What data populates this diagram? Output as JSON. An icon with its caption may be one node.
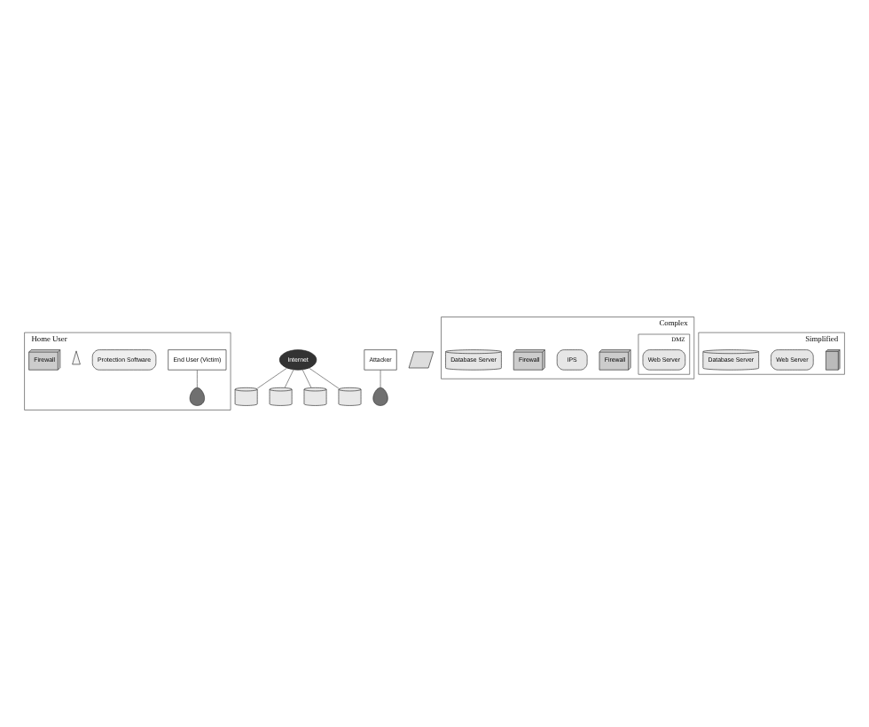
{
  "diagram": {
    "nodes": [
      {
        "text": [
          "Home User"
        ]
      },
      {
        "text": [],
        "shape": "person",
        "in": 0
      },
      {
        "text": [
          "End User (Victim)"
        ],
        "in": 0
      },
      {
        "text": [
          "Protection Software"
        ],
        "in": 0
      },
      {
        "text": [],
        "shape": "antenna",
        "in": 0
      },
      {
        "text": [
          "Firewall"
        ],
        "in": 0
      },
      {
        "text": [],
        "shape": "router"
      },
      {
        "text": [
          "Attacker"
        ]
      },
      {
        "text": [],
        "shape": "person"
      },
      {
        "text": [],
        "shape": "laptop"
      },
      {
        "text": [],
        "shape": "router"
      },
      {
        "text": [
          "Internet"
        ]
      },
      {
        "text": [
          "Complex"
        ]
      },
      {
        "text": [],
        "shape": "router"
      },
      {
        "text": [
          "Firewall"
        ],
        "in": 12
      },
      {
        "text": [
          "IPS"
        ],
        "in": 12
      },
      {
        "text": [
          "Firewall"
        ],
        "in": 12
      },
      {
        "text": [
          "DMZ"
        ],
        "in": 12
      },
      {
        "text": [
          "Web Server"
        ],
        "in": 17
      },
      {
        "text": [
          "Database Server"
        ],
        "in": 12
      },
      {
        "text": [
          "Simplified"
        ]
      },
      {
        "text": [],
        "shape": "router"
      },
      {
        "text": [],
        "shape": "firewall",
        "in": 20
      },
      {
        "text": [
          "Web Server"
        ],
        "in": 20
      },
      {
        "text": [
          "Database Server"
        ],
        "in": 20
      }
    ],
    "edges": [
      {
        "from": 2,
        "to": 1,
        "arrow": "none"
      },
      {
        "from": 7,
        "to": 8,
        "arrow": "none"
      },
      {
        "from": 11,
        "to": 6,
        "arrow": "none"
      },
      {
        "from": 11,
        "to": 10,
        "arrow": "none"
      },
      {
        "from": 11,
        "to": 13,
        "arrow": "none"
      },
      {
        "from": 11,
        "to": 21,
        "arrow": "none"
      }
    ]
  }
}
